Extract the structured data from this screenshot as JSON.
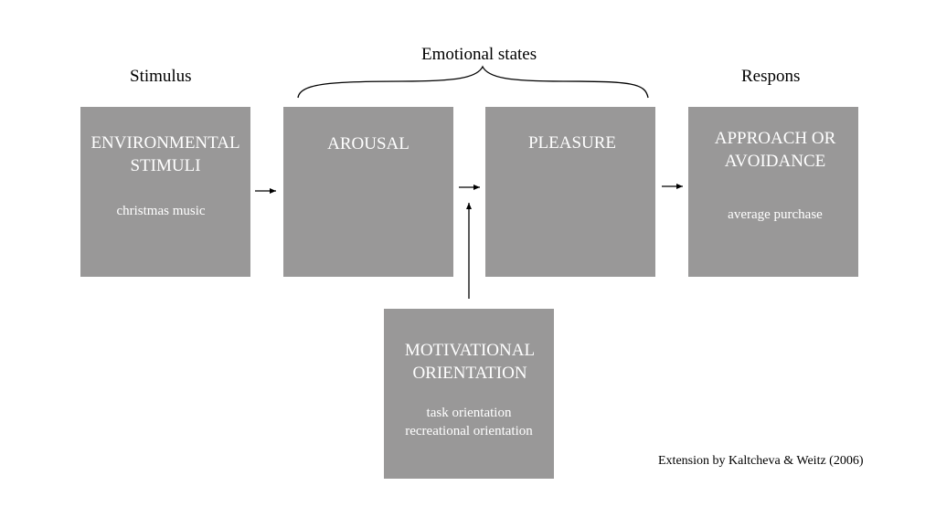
{
  "headings": {
    "stimulus": "Stimulus",
    "emotional_states": "Emotional states",
    "response": "Respons"
  },
  "boxes": {
    "environmental": {
      "title_lines": [
        "ENVIRONMENTAL",
        "STIMULI"
      ],
      "sub_lines": [
        "christmas music"
      ]
    },
    "arousal": {
      "title_lines": [
        "AROUSAL"
      ]
    },
    "pleasure": {
      "title_lines": [
        "PLEASURE"
      ]
    },
    "approach": {
      "title_lines": [
        "APPROACH OR",
        "AVOIDANCE"
      ],
      "sub_lines": [
        "average purchase"
      ]
    },
    "motivational": {
      "title_lines": [
        "MOTIVATIONAL",
        "ORIENTATION"
      ],
      "sub_lines": [
        "task orientation",
        "recreational orientation"
      ]
    }
  },
  "credit": "Extension by Kaltcheva & Weitz (2006)",
  "colors": {
    "box_fill": "#999898",
    "box_text": "#ffffff",
    "line": "#000000"
  }
}
